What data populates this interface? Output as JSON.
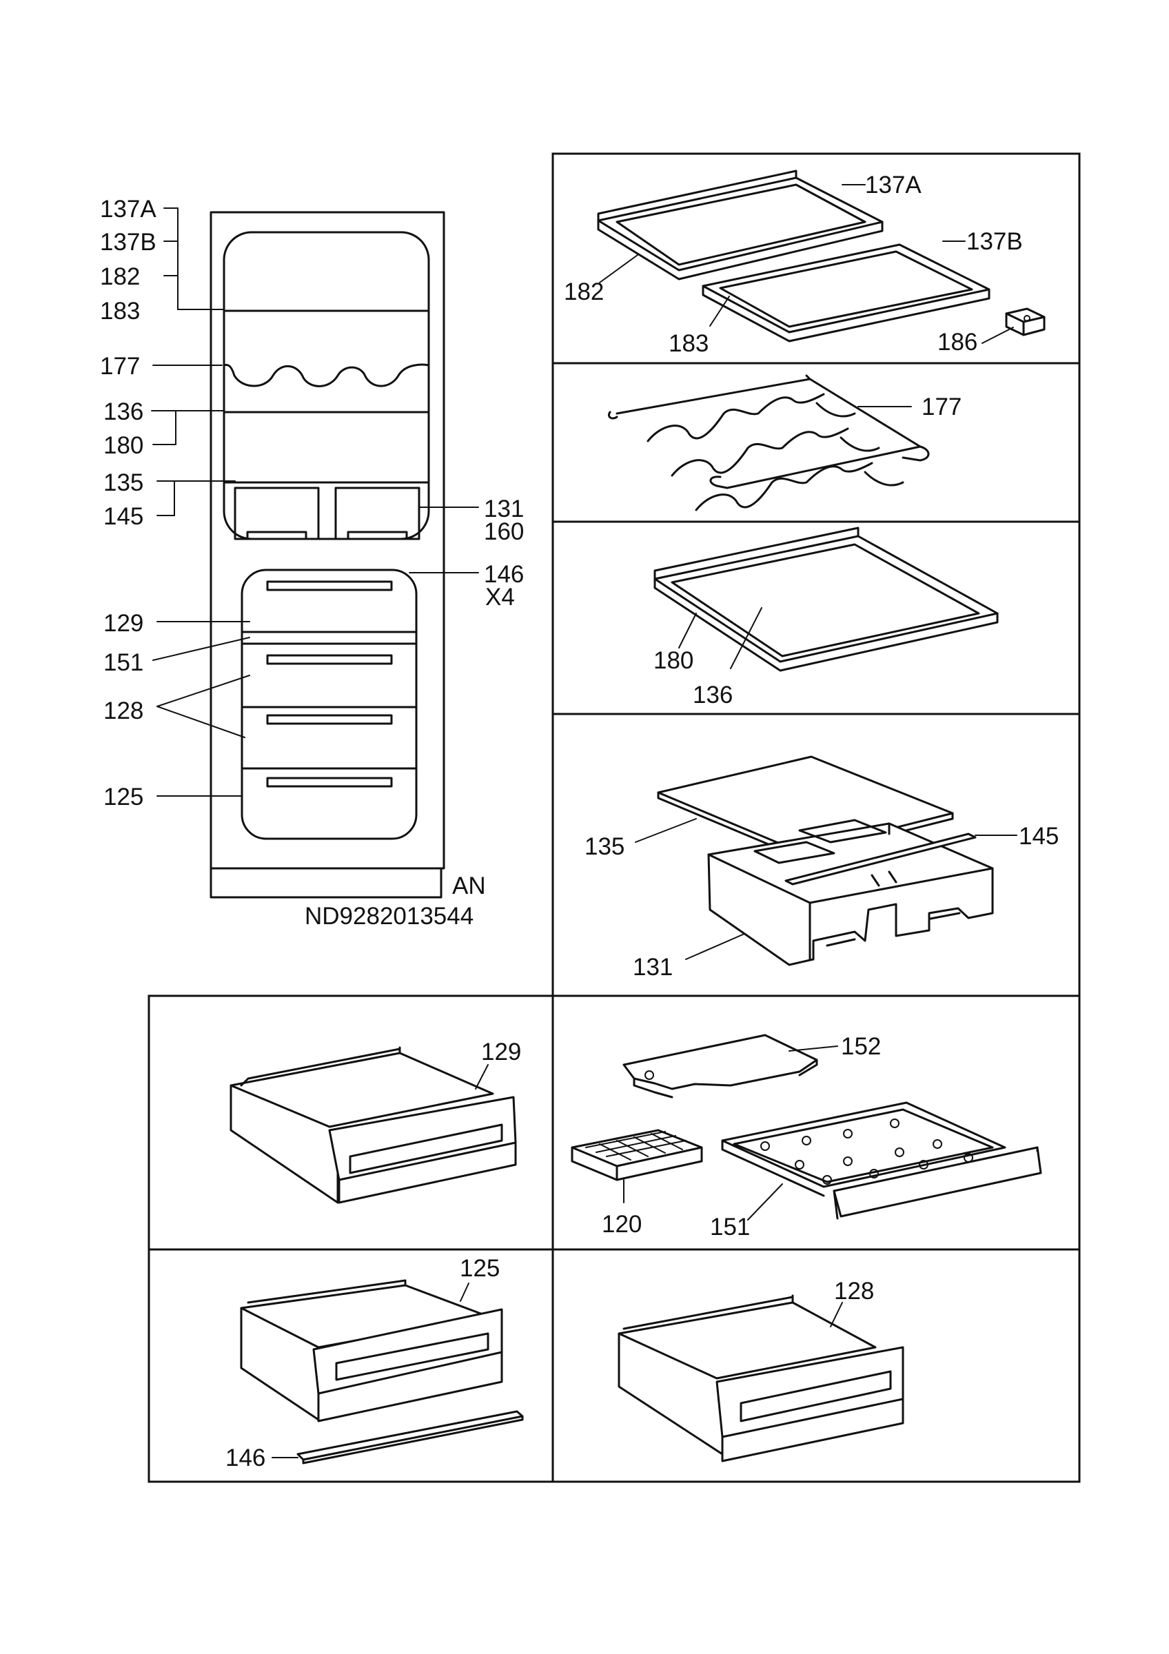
{
  "drawing_code": "ND9282013544",
  "variant_label": "AN",
  "overview_callouts": {
    "a137A": "137A",
    "a137B": "137B",
    "a182": "182",
    "a183": "183",
    "a177": "177",
    "a136": "136",
    "a180": "180",
    "a135": "135",
    "a145": "145",
    "a131": "131",
    "a160": "160",
    "a146": "146",
    "a146_qty": "X4",
    "a129": "129",
    "a151": "151",
    "a128": "128",
    "a125": "125"
  },
  "panels": {
    "shelves": {
      "p137A": "137A",
      "p137B": "137B",
      "p182": "182",
      "p183": "183",
      "p186": "186"
    },
    "bottle_rack": {
      "p177": "177"
    },
    "glass_shelf": {
      "p180": "180",
      "p136": "136"
    },
    "crisper": {
      "p135": "135",
      "p145": "145",
      "p131": "131"
    },
    "drawer_129": {
      "p129": "129"
    },
    "freezer_accessories": {
      "p152": "152",
      "p120": "120",
      "p151": "151"
    },
    "drawer_125": {
      "p125": "125",
      "p146": "146"
    },
    "drawer_128": {
      "p128": "128"
    }
  }
}
